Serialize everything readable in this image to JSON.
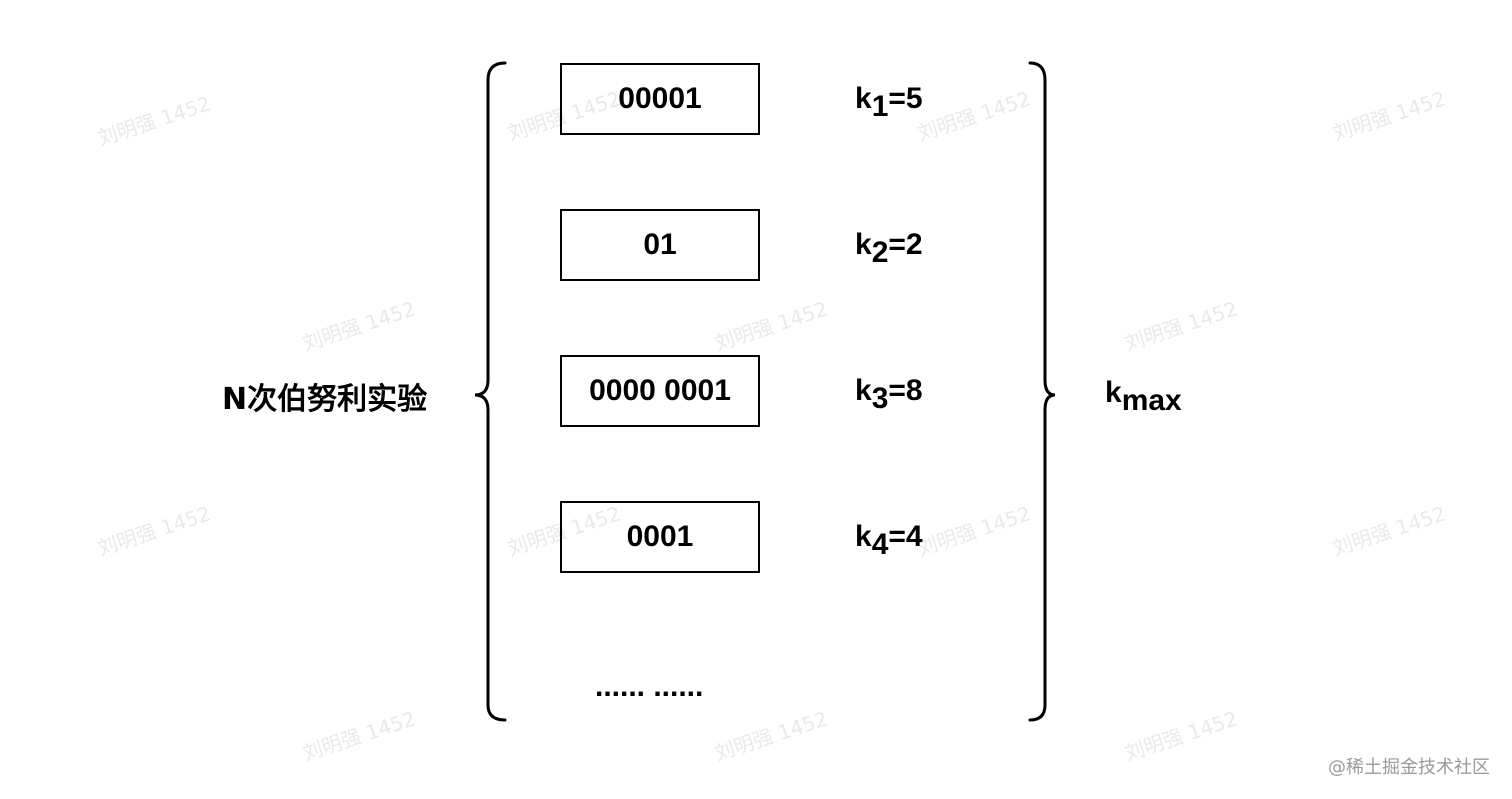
{
  "left_label": "N次伯努利实验",
  "boxes": [
    {
      "text": "00001"
    },
    {
      "text": "01"
    },
    {
      "text": "0000 0001"
    },
    {
      "text": "0001"
    }
  ],
  "k_labels": [
    {
      "k": "k",
      "sub": "1",
      "rest": "=5"
    },
    {
      "k": "k",
      "sub": "2",
      "rest": "=2"
    },
    {
      "k": "k",
      "sub": "3",
      "rest": "=8"
    },
    {
      "k": "k",
      "sub": "4",
      "rest": "=4"
    }
  ],
  "ellipsis": "...... ......",
  "result": {
    "k": "k",
    "sub": "max"
  },
  "watermark": "刘明强 1452",
  "footer": "@稀土掘金技术社区"
}
